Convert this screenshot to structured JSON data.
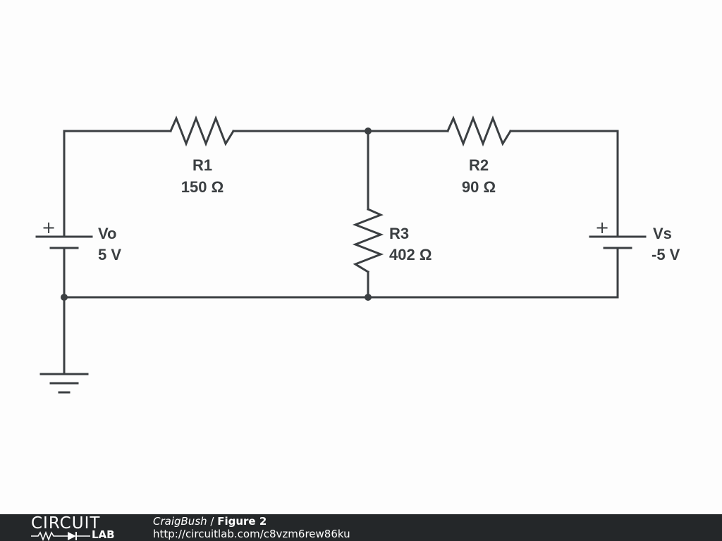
{
  "schematic": {
    "r1": {
      "name": "R1",
      "value": "150 Ω"
    },
    "r2": {
      "name": "R2",
      "value": "90 Ω"
    },
    "r3": {
      "name": "R3",
      "value": "402 Ω"
    },
    "vo": {
      "name": "Vo",
      "value": "5 V",
      "polarity": "+"
    },
    "vs": {
      "name": "Vs",
      "value": "-5 V",
      "polarity": "+"
    }
  },
  "footer": {
    "logo_top": "CIRCUIT",
    "logo_bottom": "LAB",
    "author": "CraigBush",
    "separator": " / ",
    "figure": "Figure 2",
    "url": "http://circuitlab.com/c8vzm6rew86ku"
  },
  "colors": {
    "wire": "#3b3f42",
    "footer_bg": "#242729",
    "background": "#fdfdfd"
  }
}
